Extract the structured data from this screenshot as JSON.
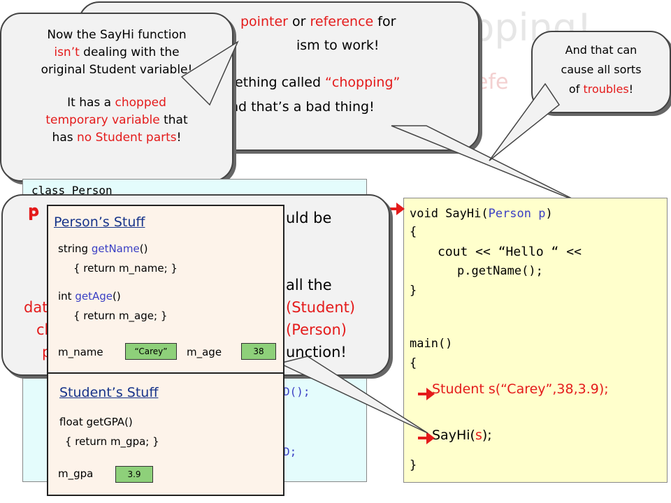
{
  "slide": {
    "title_fragment": "opping!",
    "title2_fragment": "efe"
  },
  "callout_top": {
    "line1_a": "pointer",
    "line1_b": " or ",
    "line1_c": "reference",
    "line1_d": " for",
    "line2": "ism to work!",
    "line3_a": "ething called ",
    "line3_b": "“chopping”",
    "line4": "nd that’s a bad thing!"
  },
  "callout_left": {
    "l1": "Now the SayHi function",
    "l2_red": "isn’t",
    "l2_rest": " dealing with the",
    "l3": "original Student variable!",
    "l4": "It has a ",
    "l4_red": "chopped",
    "l5_red": "temporary variable",
    "l5_rest": " that",
    "l6": "has ",
    "l6_red": "no Student parts",
    "l6_end": "!"
  },
  "callout_right": {
    "l1": "And that can",
    "l2": "cause all sorts",
    "l3": "of ",
    "l3_red": "troubles",
    "l3_end": "!"
  },
  "callout_mid": {
    "p_label": "p",
    "p_label2": "P",
    "r1": "uld be",
    "r2": "all the",
    "r3": "(Student)",
    "r4": "(Person)",
    "r5": "unction!",
    "l3": "dat",
    "l4": "ch",
    "l5": "p"
  },
  "code_left": {
    "line1": "class Person",
    "frag1": "D();",
    "frag2": "D;",
    "frag3": "};"
  },
  "code_right": {
    "l1_kw": "void SayHi(",
    "l1_type": "Person",
    "l1_param": "p",
    "l1_end": ")",
    "l2": "{",
    "l3": "cout << “Hello “ <<",
    "l4": "p.getName();",
    "l5": "}",
    "l6": "main()",
    "l7": "{",
    "l8": "Student s(“Carey”,38,3.9);",
    "l9_a": "SayHi(",
    "l9_s": "s",
    "l9_b": ");",
    "l10": "}"
  },
  "object": {
    "person_title": "Person’s Stuff",
    "getname_a": "string ",
    "getname_b": "getName",
    "getname_c": "()",
    "getname_body": "{ return m_name; }",
    "getage_a": "int  ",
    "getage_b": "getAge",
    "getage_c": "()",
    "getage_body": "{ return m_age; }",
    "m_name_label": "m_name",
    "m_name_value": "“Carey”",
    "m_age_label": "m_age",
    "m_age_value": "38",
    "student_title": "Student’s Stuff",
    "getgpa": "float getGPA()",
    "getgpa_body": "{ return m_gpa; }",
    "m_gpa_label": "m_gpa",
    "m_gpa_value": "3.9"
  },
  "colors": {
    "red": "#e41b1b",
    "blue": "#3a3fc4",
    "value_box": "#8ed07a",
    "code_left_bg": "#e4fcfc",
    "code_right_bg": "#ffffcc",
    "object_bg": "#fdf3ea"
  }
}
